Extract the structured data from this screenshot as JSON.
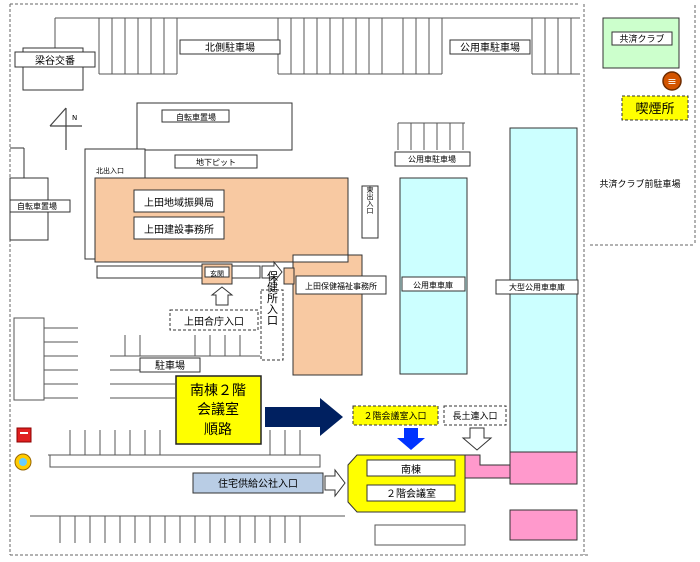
{
  "labels": {
    "yanagaya_koban": "梁谷交番",
    "kita_parking": "北側駐車場",
    "public_parking_top": "公用車駐車場",
    "kyosai_club": "共済クラブ",
    "smoking": "喫煙所",
    "kyosai_parking": "共済クラブ前駐車場",
    "bicycle_top": "自転車置場",
    "north_exit": "北出入口",
    "chika_pit": "地下ピット",
    "bicycle_left": "自転車置場",
    "ueda_shinko": "上田地域振興局",
    "ueda_kensetsu": "上田建設事務所",
    "east_entrance": "東出入口",
    "genkan": "玄関",
    "hoken_office": "上田保健福祉事務所",
    "hokenjo_entrance": "保健所入口",
    "public_parking_mid": "公用車駐車場",
    "public_garage": "公用車車庫",
    "large_public_garage": "大型公用車車庫",
    "ueda_godo_entrance": "上田合庁入口",
    "parking": "駐車場",
    "route_line1": "南棟２階",
    "route_line2": "会議室",
    "route_line3": "順路",
    "meeting_entrance": "２階会議室入口",
    "chief_entrance": "長土連入口",
    "jutaku_entrance": "住宅供給公社入口",
    "south_building": "南棟",
    "meeting_room": "２階会議室",
    "compass_n": "N"
  },
  "colors": {
    "building_orange": "#f8c9a2",
    "garage_cyan": "#ccffff",
    "highlight_yellow": "#ffff00",
    "club_green": "#ccffcc",
    "accent_pink": "#ff99cc",
    "jutaku_blue": "#b9cde5",
    "arrow_navy": "#002060",
    "arrow_blue": "#0033ff",
    "mailbox_red": "#e02020",
    "sign_brown": "#c0392b"
  }
}
